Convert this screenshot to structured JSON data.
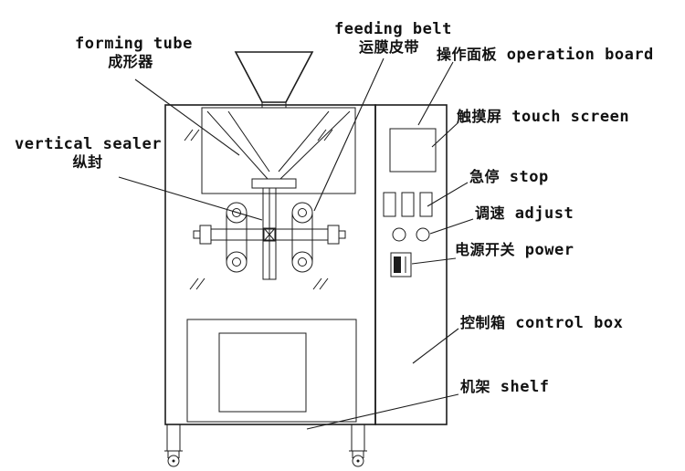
{
  "figure": {
    "type": "technical-diagram",
    "subject": "vertical form-fill-seal packing machine with bilingual part labels",
    "colors": {
      "line": "#1c1c1c",
      "background": "#ffffff"
    },
    "labels": {
      "forming_tube": {
        "en": "forming tube",
        "zh": "成形器"
      },
      "feeding_belt": {
        "en": "feeding belt",
        "zh": "运膜皮带"
      },
      "operation_board": {
        "zh": "操作面板",
        "en": "operation board"
      },
      "touch_screen": {
        "zh": "触摸屏",
        "en": "touch screen"
      },
      "stop": {
        "zh": "急停",
        "en": "stop"
      },
      "adjust": {
        "zh": "调速",
        "en": "adjust"
      },
      "power": {
        "zh": "电源开关",
        "en": "power"
      },
      "control_box": {
        "zh": "控制箱",
        "en": "control box"
      },
      "shelf": {
        "zh": "机架",
        "en": "shelf"
      },
      "vertical_sealer": {
        "en": "vertical sealer",
        "zh": "纵封"
      }
    }
  }
}
